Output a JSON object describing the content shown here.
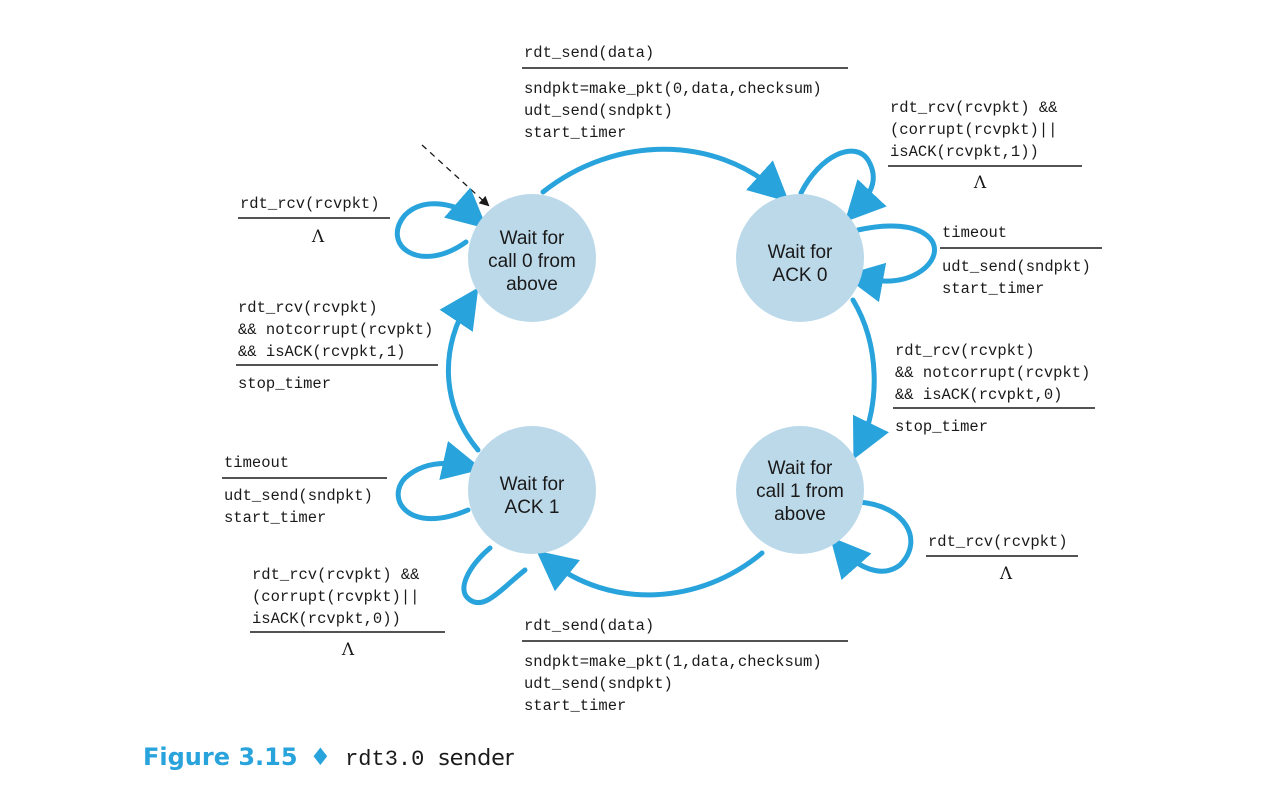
{
  "states": [
    {
      "id": "wait-call-0",
      "lines": [
        "Wait for",
        "call 0 from",
        "above"
      ]
    },
    {
      "id": "wait-ack-0",
      "lines": [
        "Wait for",
        "ACK 0"
      ]
    },
    {
      "id": "wait-ack-1",
      "lines": [
        "Wait for",
        "ACK 1"
      ]
    },
    {
      "id": "wait-call-1",
      "lines": [
        "Wait for",
        "call 1 from",
        "above"
      ]
    }
  ],
  "transitions": {
    "send_data_0": {
      "event": "rdt_send(data)",
      "actions": [
        "sndpkt=make_pkt(0,data,checksum)",
        "udt_send(sndpkt)",
        "start_timer"
      ]
    },
    "ack0_corrupt_loop": {
      "event": [
        "rdt_rcv(rcvpkt) &&",
        "(corrupt(rcvpkt)||",
        "isACK(rcvpkt,1))"
      ],
      "action": "Λ"
    },
    "ack0_timeout": {
      "event": "timeout",
      "actions": [
        "udt_send(sndpkt)",
        "start_timer"
      ]
    },
    "ack0_received": {
      "event": [
        "rdt_rcv(rcvpkt)",
        "&& notcorrupt(rcvpkt)",
        "&& isACK(rcvpkt,0)"
      ],
      "action": "stop_timer"
    },
    "call1_rcv_loop": {
      "event": "rdt_rcv(rcvpkt)",
      "action": "Λ"
    },
    "send_data_1": {
      "event": "rdt_send(data)",
      "actions": [
        "sndpkt=make_pkt(1,data,checksum)",
        "udt_send(sndpkt)",
        "start_timer"
      ]
    },
    "ack1_corrupt_loop": {
      "event": [
        "rdt_rcv(rcvpkt) &&",
        "(corrupt(rcvpkt)||",
        "isACK(rcvpkt,0))"
      ],
      "action": "Λ"
    },
    "ack1_timeout": {
      "event": "timeout",
      "actions": [
        "udt_send(sndpkt)",
        "start_timer"
      ]
    },
    "ack1_received": {
      "event": [
        "rdt_rcv(rcvpkt)",
        "&& notcorrupt(rcvpkt)",
        "&& isACK(rcvpkt,1)"
      ],
      "action": "stop_timer"
    },
    "call0_rcv_loop": {
      "event": "rdt_rcv(rcvpkt)",
      "action": "Λ"
    }
  },
  "caption": {
    "figure": "Figure 3.15",
    "separator": "♦",
    "mono": "rdt3.0",
    "text": "sender"
  },
  "colors": {
    "accent": "#29a3dc",
    "state_fill": "#bcd9ea"
  }
}
